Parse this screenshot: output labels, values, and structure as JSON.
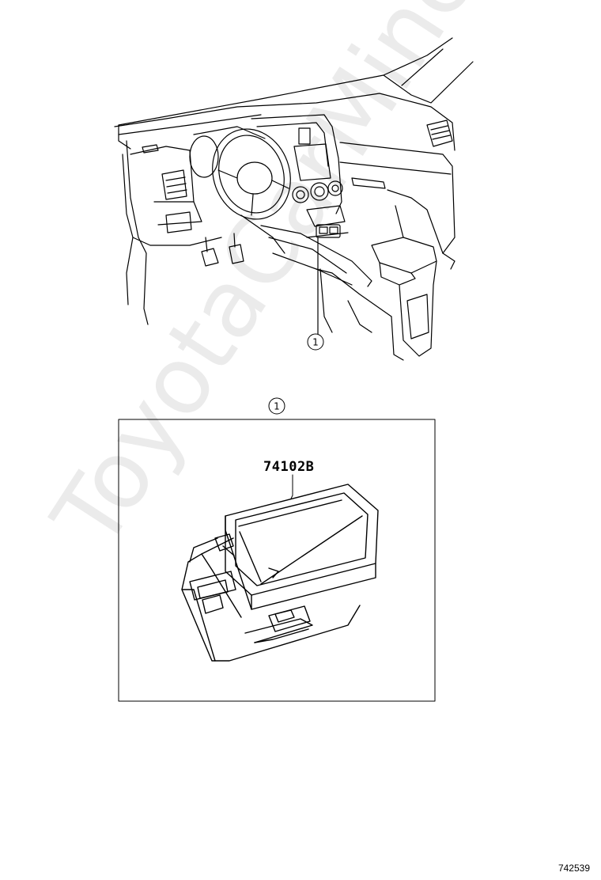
{
  "diagram": {
    "callout_top": "1",
    "callout_detail": "1",
    "part_number": "74102B",
    "illustration_number": "742539"
  },
  "watermark": {
    "text": "ToyotaCarMine.ru"
  }
}
